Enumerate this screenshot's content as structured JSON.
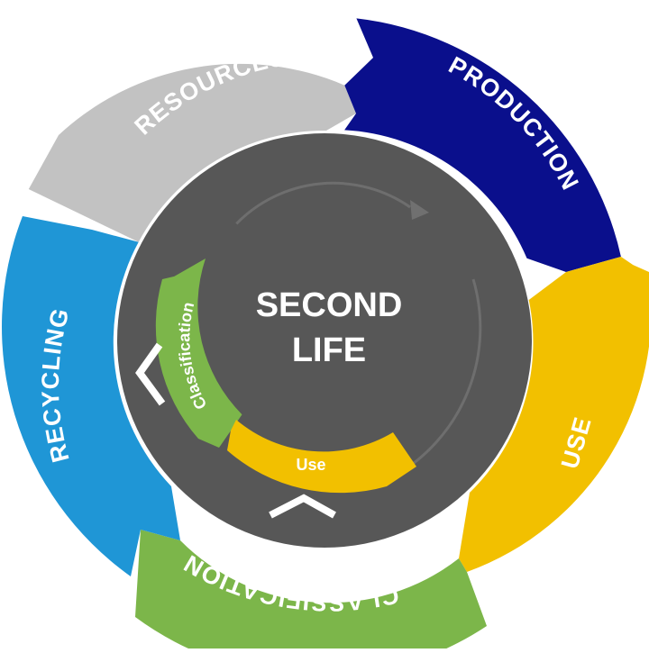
{
  "diagram": {
    "center": {
      "line1": "SECOND",
      "line2": "LIFE"
    },
    "ring": {
      "resources": "RESOURCES",
      "production": "PRODUCTION",
      "use": "USE",
      "classification": "CLASSIFICATION",
      "recycling": "RECYCLING"
    },
    "inner": {
      "classification": "Classification",
      "use": "Use"
    },
    "colors": {
      "resources": "#c2c2c2",
      "production": "#0a0f8c",
      "use": "#f2c000",
      "classification": "#7cb64a",
      "recycling": "#1f96d6",
      "center": "#575757"
    }
  }
}
